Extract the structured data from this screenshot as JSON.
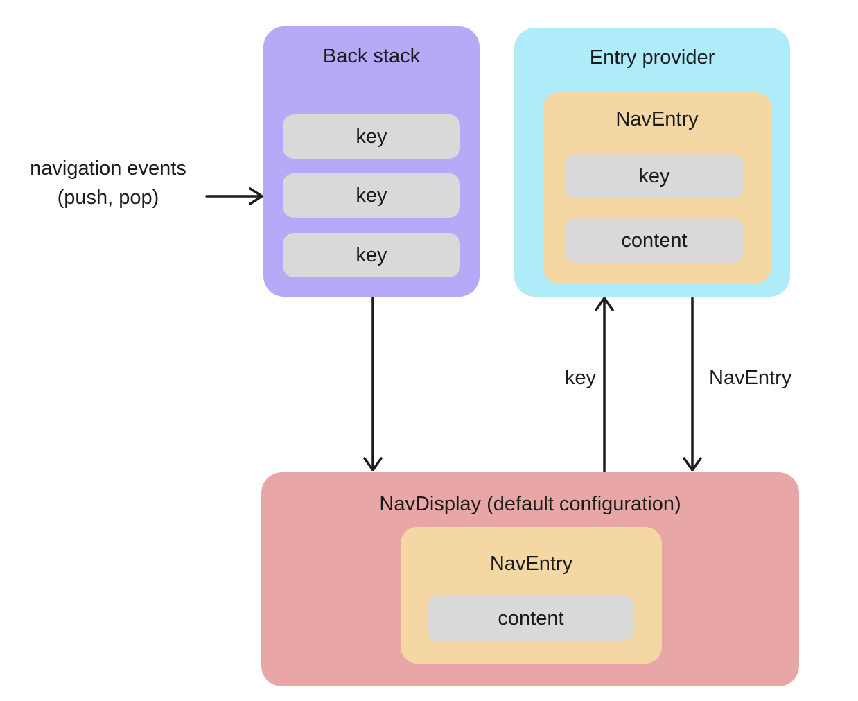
{
  "colors": {
    "back_stack_bg": "#b6a9f8",
    "entry_provider_bg": "#aeecf9",
    "nav_entry_bg": "#f4d7a2",
    "pill_bg": "#d9d9d9",
    "nav_display_bg": "#e9a6a6",
    "text": "#1b1b1b",
    "arrow": "#1a1a1a",
    "canvas_bg": "#ffffff"
  },
  "diagram": {
    "nav_events_label": {
      "line1": "navigation events",
      "line2": "(push, pop)"
    },
    "back_stack": {
      "title": "Back stack",
      "keys": [
        "key",
        "key",
        "key"
      ]
    },
    "entry_provider": {
      "title": "Entry provider",
      "nav_entry": {
        "title": "NavEntry",
        "key_label": "key",
        "content_label": "content"
      }
    },
    "nav_display": {
      "title": "NavDisplay (default configuration)",
      "nav_entry": {
        "title": "NavEntry",
        "content_label": "content"
      }
    },
    "arrow_labels": {
      "key": "key",
      "nav_entry": "NavEntry"
    }
  }
}
